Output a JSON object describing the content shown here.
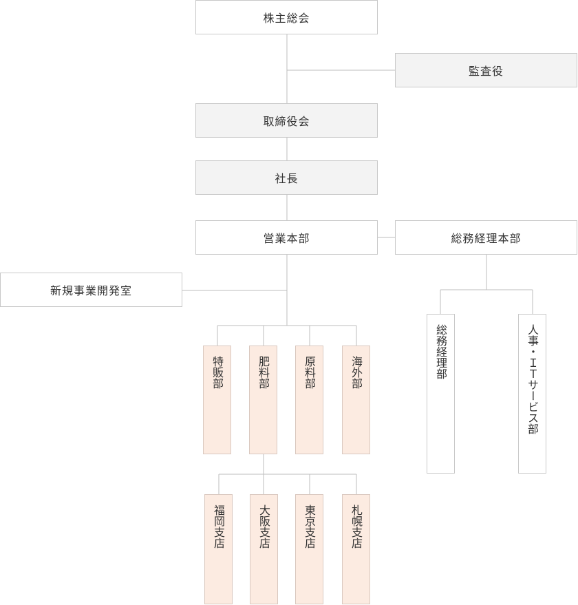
{
  "nodes": {
    "shareholders": "株主総会",
    "auditor": "監査役",
    "board": "取締役会",
    "president": "社長",
    "sales_hq": "営業本部",
    "admin_hq": "総務経理本部",
    "new_biz": "新規事業開発室",
    "dept_special": "特販部",
    "dept_fertilizer": "肥料部",
    "dept_material": "原料部",
    "dept_overseas": "海外部",
    "dept_general": "総務経理部",
    "dept_hr_it": "人事・ＩＴサービス部",
    "branch_fukuoka": "福岡支店",
    "branch_osaka": "大阪支店",
    "branch_tokyo": "東京支店",
    "branch_sapporo": "札幌支店"
  }
}
